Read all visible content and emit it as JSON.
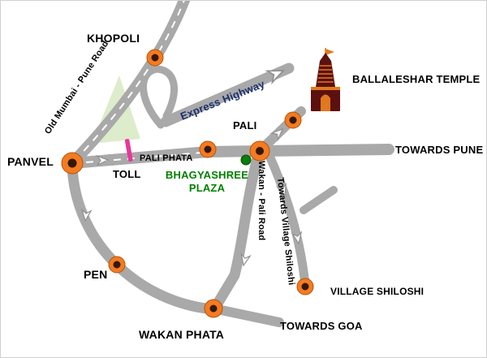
{
  "labels": {
    "khopoli": "KHOPOLI",
    "panvel": "PANVEL",
    "pen": "PEN",
    "wakan_phata": "WAKAN PHATA",
    "pali_phata": "PALI PHATA",
    "pali": "PALI",
    "toll": "TOLL",
    "bhagyashree_plaza": "BHAGYASHREE PLAZA",
    "ballaleshar_temple": "BALLALESHAR TEMPLE",
    "village_shiloshi": "VILLAGE SHILOSHI",
    "towards_pune": "TOWARDS PUNE",
    "towards_goa": "TOWARDS GOA",
    "old_mumbai_pune_road": "Old Mumbai - Pune Road",
    "express_highway": "Express Highway",
    "wakan_pali_road": "Wakan - Pali Road",
    "towards_village_shiloshi": "Towards Village Shiloshi"
  },
  "colors": {
    "road": "#a9a9a9",
    "road_dash": "#ffffff",
    "marker_ring": "#f47b20",
    "marker_core": "#33190a",
    "plaza_dot": "#0a7d0a",
    "plaza_text": "#008000",
    "toll_bar": "#e8389a",
    "green_area": "#ddeccb",
    "temple_body": "#5c1010",
    "temple_accent": "#e07820",
    "express_text": "#1c2f6e"
  }
}
